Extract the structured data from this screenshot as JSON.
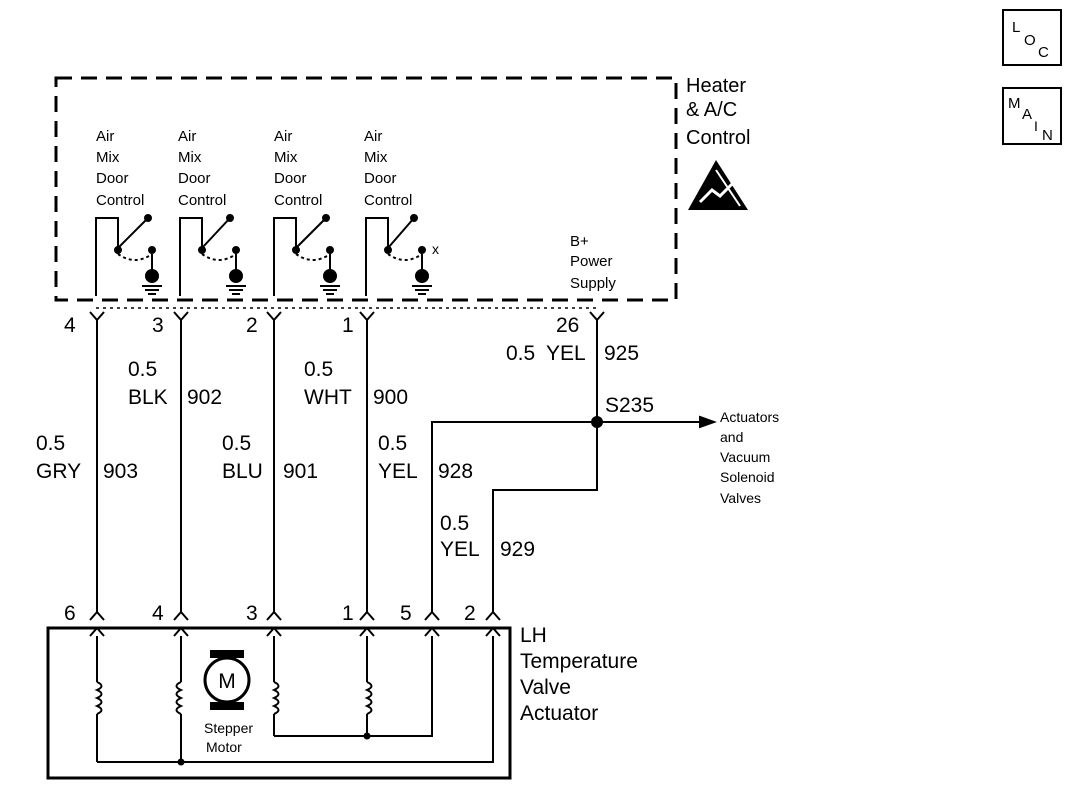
{
  "control_module": {
    "title_lines": [
      "Heater",
      "& A/C",
      "Control"
    ],
    "switches": [
      {
        "lines": [
          "Air",
          "Mix",
          "Door",
          "Control"
        ]
      },
      {
        "lines": [
          "Air",
          "Mix",
          "Door",
          "Control"
        ]
      },
      {
        "lines": [
          "Air",
          "Mix",
          "Door",
          "Control"
        ]
      },
      {
        "lines": [
          "Air",
          "Mix",
          "Door",
          "Control"
        ]
      }
    ],
    "switch_x_mark": "x",
    "power_supply_lines": [
      "B+",
      "Power",
      "Supply"
    ]
  },
  "connector_pins_top": [
    "4",
    "3",
    "2",
    "1",
    "26"
  ],
  "wires": [
    {
      "size": "0.5",
      "color": "GRY",
      "circuit": "903"
    },
    {
      "size": "0.5",
      "color": "BLK",
      "circuit": "902"
    },
    {
      "size": "0.5",
      "color": "BLU",
      "circuit": "901"
    },
    {
      "size": "0.5",
      "color": "WHT",
      "circuit": "900"
    },
    {
      "size": "0.5",
      "color": "YEL",
      "circuit": "928"
    },
    {
      "size": "0.5",
      "color": "YEL",
      "circuit": "929"
    },
    {
      "size": "0.5",
      "color": "YEL",
      "circuit": "925"
    }
  ],
  "splice": {
    "label": "S235",
    "destination_lines": [
      "Actuators",
      "and",
      "Vacuum",
      "Solenoid",
      "Valves"
    ]
  },
  "connector_pins_bottom": [
    "6",
    "4",
    "3",
    "1",
    "5",
    "2"
  ],
  "actuator": {
    "title_lines": [
      "LH",
      "Temperature",
      "Valve",
      "Actuator"
    ],
    "motor_symbol": "M",
    "motor_label_lines": [
      "Stepper",
      "Motor"
    ]
  },
  "side_icons": {
    "loc": {
      "big": "L",
      "sub1": "O",
      "sub2": "C"
    },
    "main": {
      "big": "M",
      "sub1": "A",
      "sub2": "I",
      "sub3": "N"
    }
  }
}
